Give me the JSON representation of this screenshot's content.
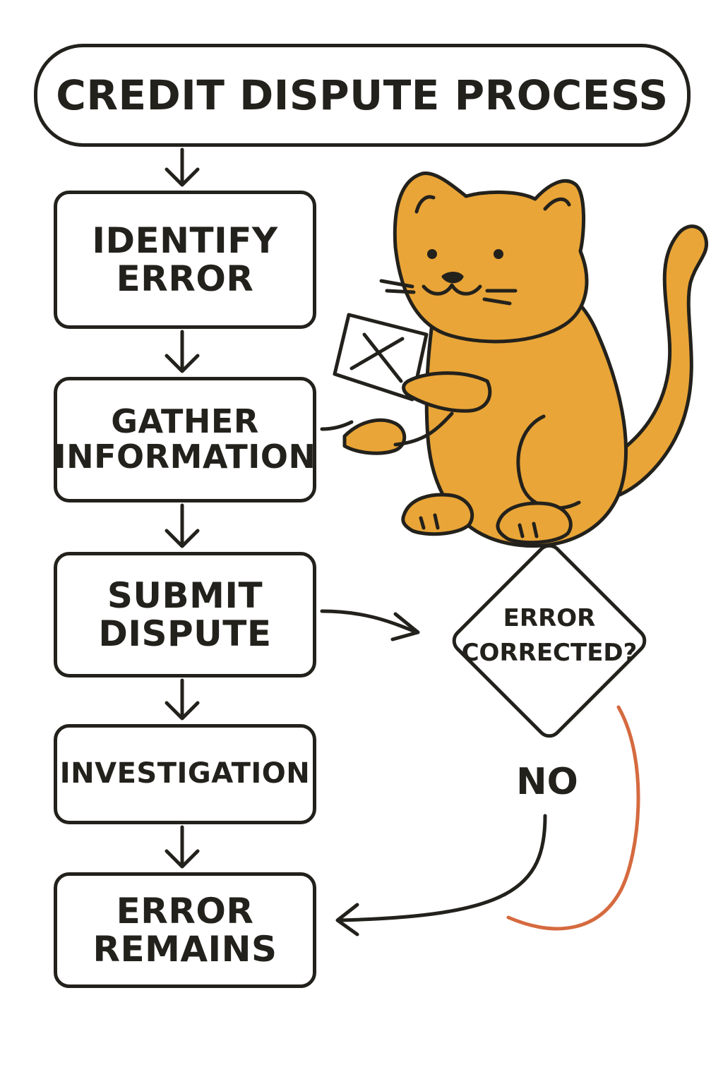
{
  "diagram": {
    "title": "CREDIT DISPUTE PROCESS",
    "steps": [
      {
        "label": "IDENTIFY\nERROR"
      },
      {
        "label": "GATHER\nINFORMATION"
      },
      {
        "label": "SUBMIT\nDISPUTE"
      },
      {
        "label": "INVESTIGATION"
      },
      {
        "label": "ERROR\nREMAINS"
      }
    ],
    "decision": {
      "label": "ERROR\nCORRECTED?"
    },
    "branch_label": "NO"
  },
  "mascot": {
    "name": "cat-mascot-icon",
    "fur_color": "#E9A537",
    "outline_color": "#23211C"
  },
  "colors": {
    "ink": "#23211C",
    "accent_line": "#D56A3F",
    "background": "#FFFFFF"
  }
}
